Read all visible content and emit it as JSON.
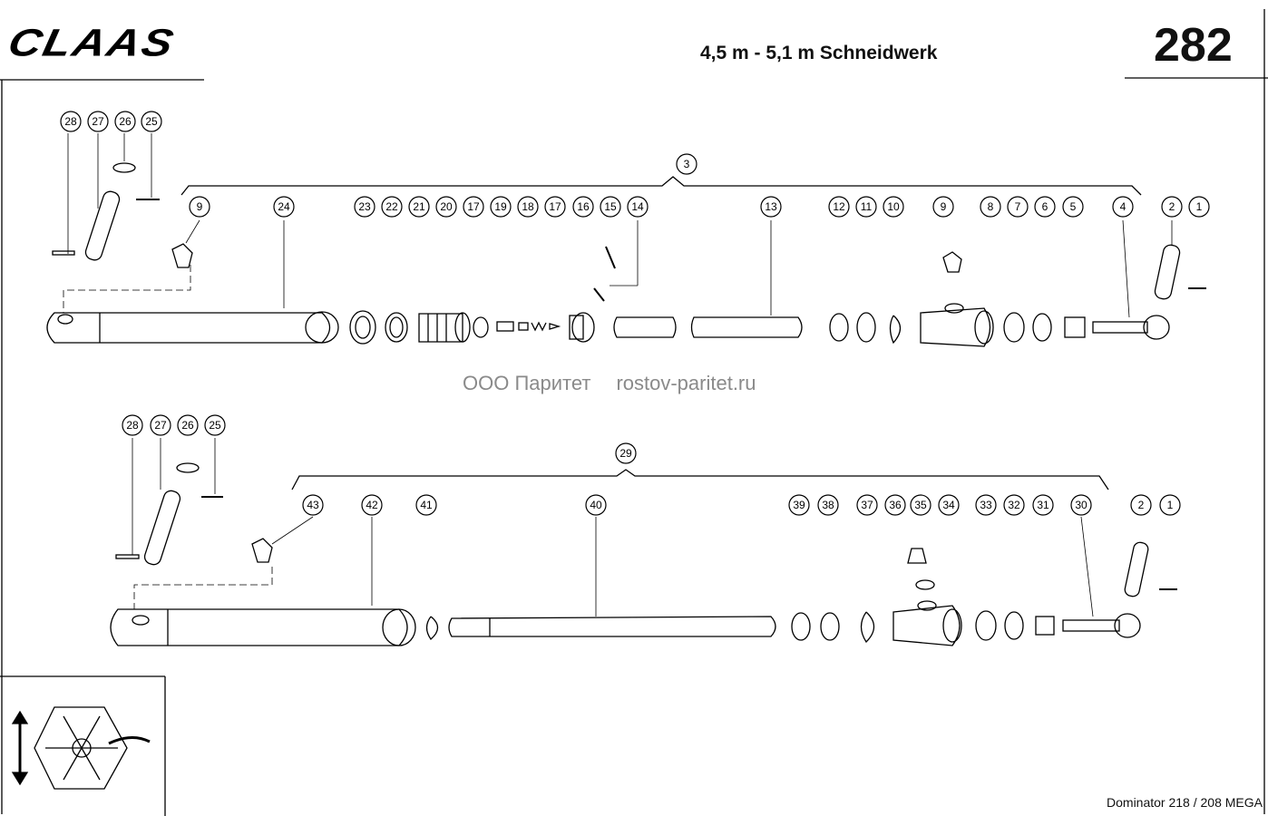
{
  "header": {
    "brand": "CLAAS",
    "title": "4,5 m - 5,1 m Schneidwerk",
    "page_number": "282"
  },
  "watermark": {
    "company": "ООО Паритет",
    "site": "rostov-paritet.ru"
  },
  "footer": {
    "model": "Dominator 218 / 208 MEGA"
  },
  "diagram": {
    "top_assembly": {
      "callouts": [
        "28",
        "27",
        "26",
        "25",
        "3",
        "9",
        "24",
        "23",
        "22",
        "21",
        "20",
        "17",
        "19",
        "18",
        "17",
        "16",
        "15",
        "14",
        "13",
        "12",
        "11",
        "10",
        "9",
        "8",
        "7",
        "6",
        "5",
        "4",
        "2",
        "1"
      ]
    },
    "bottom_assembly": {
      "callouts": [
        "28",
        "27",
        "26",
        "25",
        "29",
        "43",
        "42",
        "41",
        "40",
        "39",
        "38",
        "37",
        "36",
        "35",
        "34",
        "33",
        "32",
        "31",
        "30",
        "2",
        "1"
      ]
    },
    "inset_icon": "hexagon-reel-with-arrow-icon"
  }
}
